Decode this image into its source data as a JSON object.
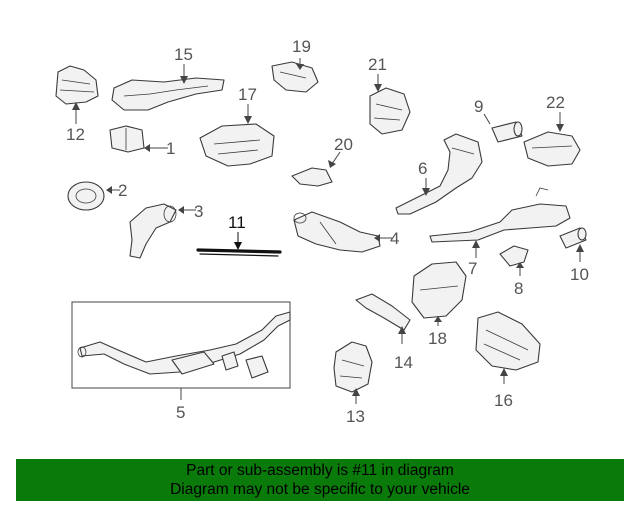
{
  "callouts": {
    "c1": "1",
    "c2": "2",
    "c3": "3",
    "c4": "4",
    "c5": "5",
    "c6": "6",
    "c7": "7",
    "c8": "8",
    "c9": "9",
    "c10": "10",
    "c11": "11",
    "c12": "12",
    "c13": "13",
    "c14": "14",
    "c15": "15",
    "c16": "16",
    "c17": "17",
    "c18": "18",
    "c19": "19",
    "c20": "20",
    "c21": "21",
    "c22": "22"
  },
  "footer": {
    "line1": "Part or sub-assembly is #11 in diagram",
    "line2": "Diagram may not be specific to your vehicle"
  },
  "colors": {
    "footer_background": "#0a7a0a",
    "footer_text": "#000000",
    "callout_text": "#555555",
    "highlight_part": "#111111"
  }
}
